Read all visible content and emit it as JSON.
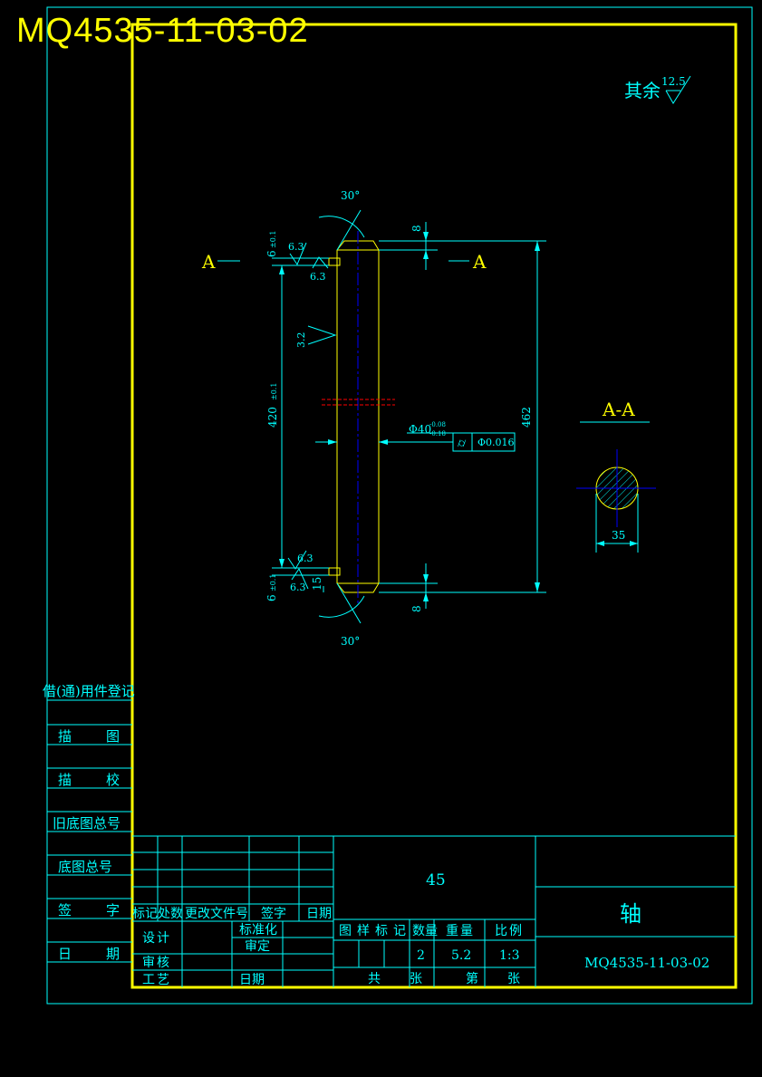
{
  "drawing_title": "MQ4535-11-03-02",
  "roughness_note": {
    "prefix": "其余",
    "value": "12.5"
  },
  "section": {
    "left_marker": "A",
    "right_marker": "A",
    "view_label": "A-A",
    "diameter": "35"
  },
  "dimensions": {
    "angle_top": "30°",
    "angle_bottom": "30°",
    "chamfer_top": "8",
    "chamfer_bottom": "8",
    "total_length": "462",
    "inner_length": "420",
    "inner_length_tol": "±0.1",
    "flange_top": "6",
    "flange_top_tol": "±0.1",
    "flange_bottom": "6",
    "flange_bottom_tol": "±0.1",
    "groove_width": "15",
    "diameter_main": "Φ40",
    "diameter_tol_upper": "-0.08",
    "diameter_tol_lower": "-0.18",
    "geometric_tol": "Φ0.016"
  },
  "roughness": {
    "top_1": "6.3",
    "top_2": "6.3",
    "middle": "3.2",
    "bottom_1": "6.3",
    "bottom_2": "6.3"
  },
  "side_panel": {
    "header": "借(通)用件登记",
    "rows": [
      "描 图",
      "描 校",
      "旧底图总号",
      "底图总号",
      "签 字",
      "日 期"
    ]
  },
  "title_block": {
    "material": "45",
    "part_name": "轴",
    "drawing_no": "MQ4535-11-03-02",
    "col_headers": [
      "标记",
      "处数",
      "更改文件号",
      "签字",
      "日期"
    ],
    "design": "设计",
    "standardization": "标准化",
    "approve": "审定",
    "review": "审核",
    "process": "工艺",
    "date": "日期",
    "stage_mark": "图样标记",
    "quantity_label": "数量",
    "weight_label": "重量",
    "scale_label": "比例",
    "quantity": "2",
    "weight": "5.2",
    "scale": "1:3",
    "total_sheets": "共",
    "sheet_unit_1": "张",
    "sheet_no": "第",
    "sheet_unit_2": "张"
  },
  "colors": {
    "frame": "#ffff00",
    "lines": "#00ffff",
    "part": "#ffff00",
    "centerline": "#0000ff",
    "section_mark": "#ff0000"
  }
}
